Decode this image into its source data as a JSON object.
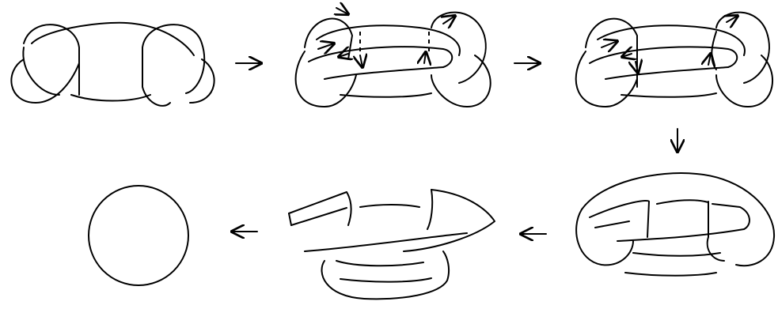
{
  "diagram": {
    "kind": "knot-sequence",
    "stroke_color": "#000000",
    "background": "#ffffff",
    "steps": [
      {
        "label": "",
        "shape": "two-lobed knot"
      },
      {
        "label": "",
        "shape": "knot with orientation arrows"
      },
      {
        "label": "",
        "shape": "knot after moves"
      },
      {
        "label": "",
        "shape": "unfolded band"
      },
      {
        "label": "",
        "shape": "band with twist"
      },
      {
        "label": "",
        "shape": "unknot (circle)"
      }
    ],
    "transitions": [
      {
        "from": 1,
        "to": 2,
        "direction": "right"
      },
      {
        "from": 2,
        "to": 3,
        "direction": "right"
      },
      {
        "from": 3,
        "to": 4,
        "direction": "down"
      },
      {
        "from": 4,
        "to": 5,
        "direction": "left"
      },
      {
        "from": 5,
        "to": 6,
        "direction": "left"
      }
    ]
  }
}
